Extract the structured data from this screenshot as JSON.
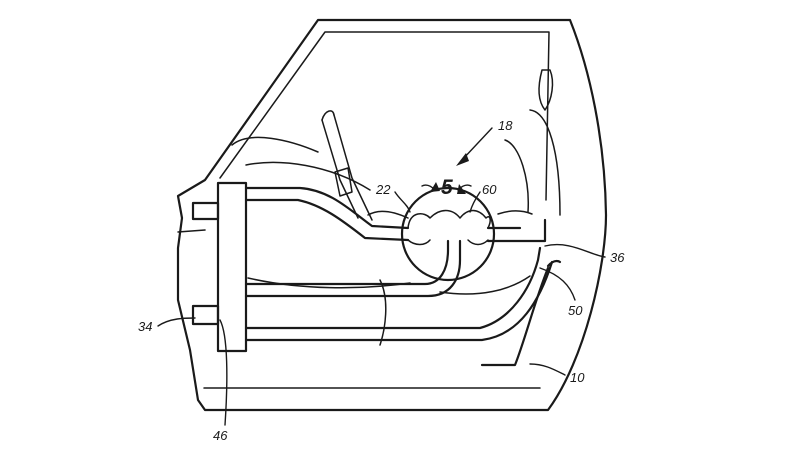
{
  "figure": {
    "labels": {
      "ref_18": "18",
      "ref_5": "5",
      "ref_22": "22",
      "ref_60": "60",
      "ref_36": "36",
      "ref_50": "50",
      "ref_10": "10",
      "ref_34": "34",
      "ref_46": "46"
    }
  }
}
